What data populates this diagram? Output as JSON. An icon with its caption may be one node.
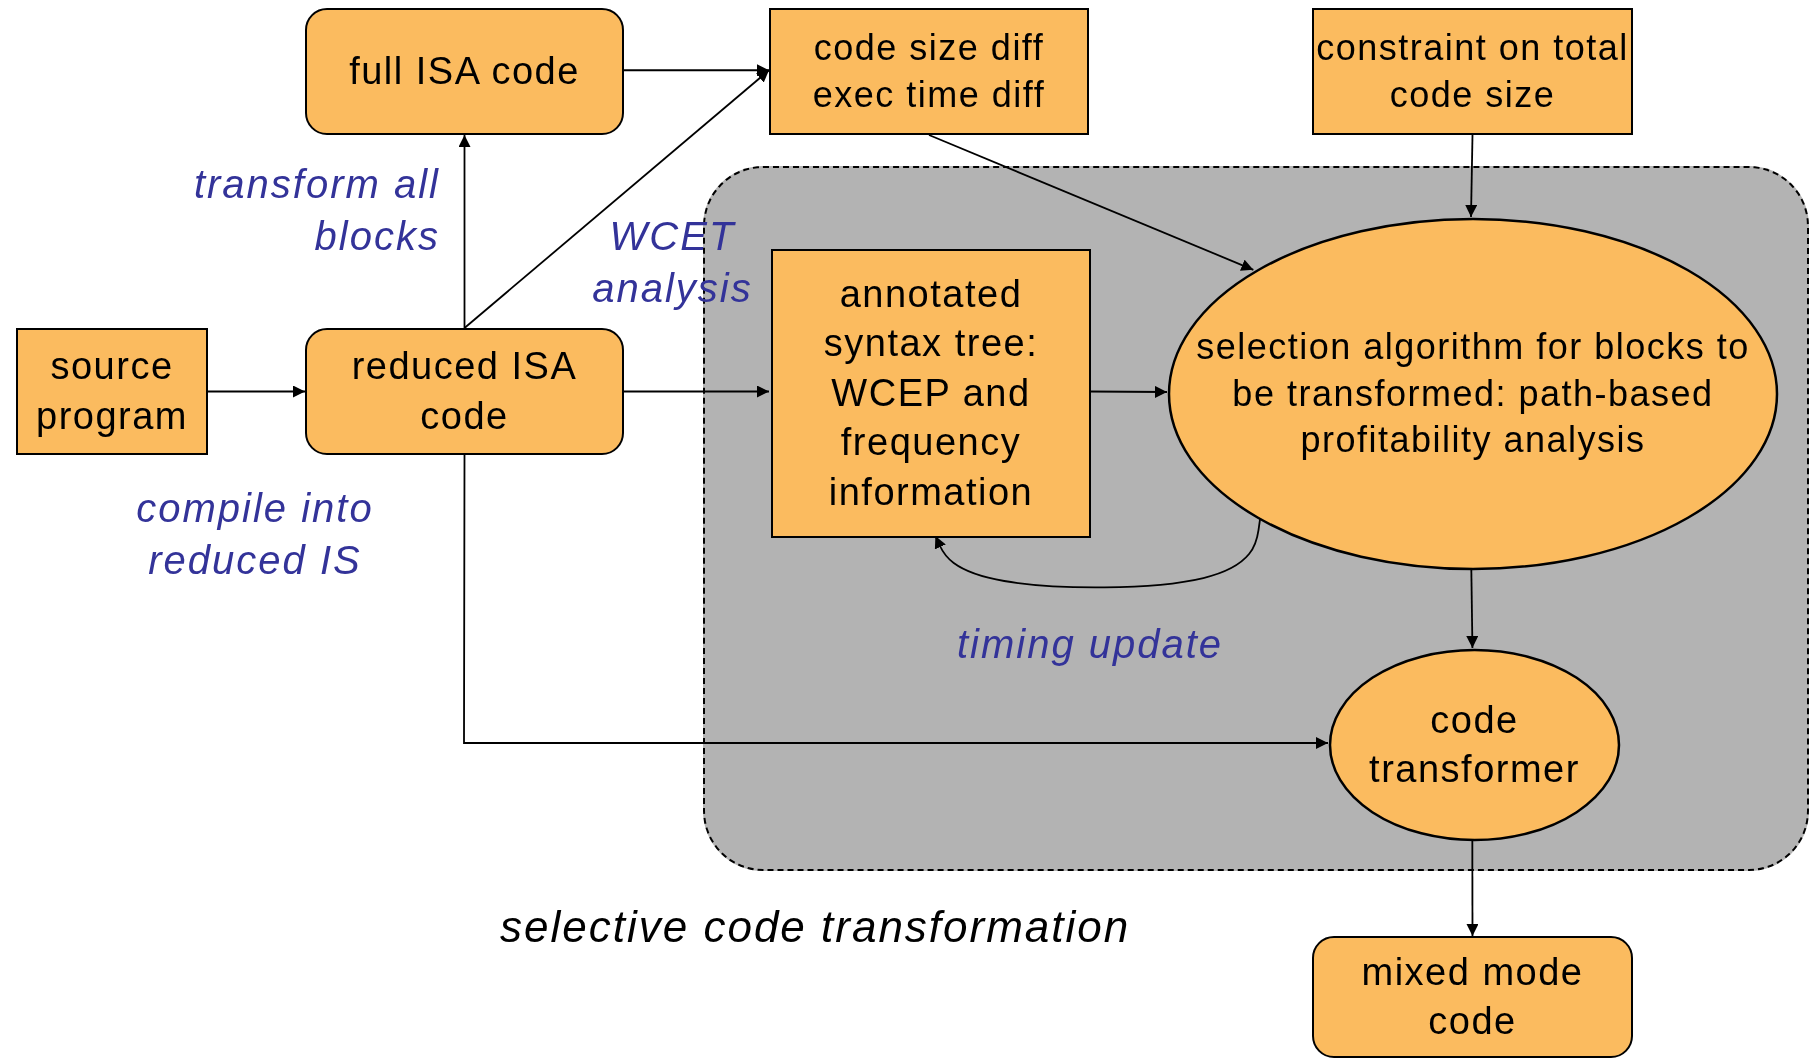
{
  "diagram": {
    "nodes": [
      {
        "text": [
          "source program"
        ]
      },
      {
        "text": [
          "reduced ISA code"
        ]
      },
      {
        "text": [
          "full ISA code"
        ]
      },
      {
        "text": [
          "code size diff exec time diff"
        ]
      },
      {
        "text": [
          "constraint on total code size"
        ]
      },
      {
        "text": [
          "selective code transformation"
        ]
      },
      {
        "text": [
          "annotated syntax tree: WCEP and frequency information"
        ],
        "in": 5
      },
      {
        "text": [
          "selection algorithm for blocks to be transformed: path-based profitability analysis"
        ],
        "in": 5
      },
      {
        "text": [
          "code transformer"
        ],
        "in": 5
      },
      {
        "text": [
          "mixed mode code"
        ]
      }
    ],
    "edges": [
      {
        "from": 0,
        "to": 1,
        "arrow": "to"
      },
      {
        "from": 1,
        "to": 2,
        "arrow": "to"
      },
      {
        "from": 1,
        "to": 3,
        "arrow": "to"
      },
      {
        "from": 2,
        "to": 3,
        "arrow": "to"
      },
      {
        "from": 1,
        "to": 6,
        "arrow": "to"
      },
      {
        "from": 3,
        "to": 7,
        "arrow": "to"
      },
      {
        "from": 4,
        "to": 7,
        "arrow": "to"
      },
      {
        "from": 6,
        "to": 7,
        "arrow": "to"
      },
      {
        "from": 7,
        "to": 6,
        "arrow": "to"
      },
      {
        "from": 7,
        "to": 8,
        "arrow": "to"
      },
      {
        "from": 1,
        "to": 8,
        "arrow": "to"
      },
      {
        "from": 8,
        "to": 9,
        "arrow": "to"
      }
    ],
    "labels": [
      "transform all blocks",
      "WCET analysis",
      "compile into reduced IS",
      "timing update"
    ]
  }
}
